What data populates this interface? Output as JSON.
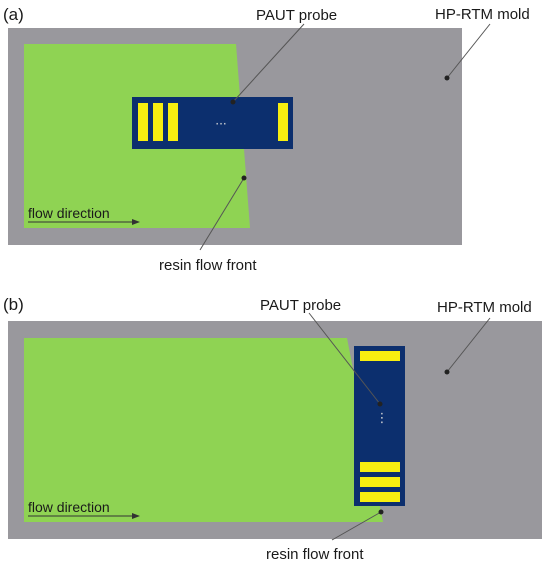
{
  "panels": [
    {
      "label": "(a)",
      "mold_label": "HP-RTM mold",
      "probe_label": "PAUT probe",
      "front_label": "resin flow front",
      "flow_label": "flow direction",
      "probe_dots": "···"
    },
    {
      "label": "(b)",
      "mold_label": "HP-RTM mold",
      "probe_label": "PAUT probe",
      "front_label": "resin flow front",
      "flow_label": "flow direction",
      "probe_dots": "⋮"
    }
  ],
  "colors": {
    "mold": "#99989d",
    "resin": "#8fd353",
    "probe": "#0c2f6e",
    "element": "#f7ee10",
    "leader": "#555555"
  }
}
